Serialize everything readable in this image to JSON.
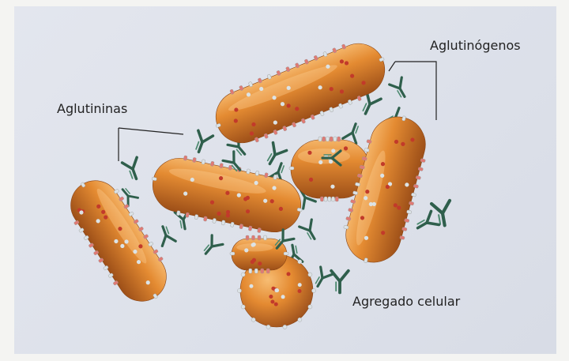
{
  "labels": {
    "agglutinogens": "Aglutinógenos",
    "agglutinins": "Aglutininas",
    "cell_aggregate": "Agregado celular"
  },
  "colors": {
    "background": "#dfe3eb",
    "bacterium": "#e0892e",
    "bacterium_dark": "#a4551b",
    "antibody": "#2f5f4c",
    "red_antigen": "#c23a2a",
    "white_antigen": "#dce3e6",
    "leader_line": "#222222"
  },
  "icons": [
    "bacterium-icon",
    "antibody-icon",
    "antigen-dot-icon"
  ]
}
